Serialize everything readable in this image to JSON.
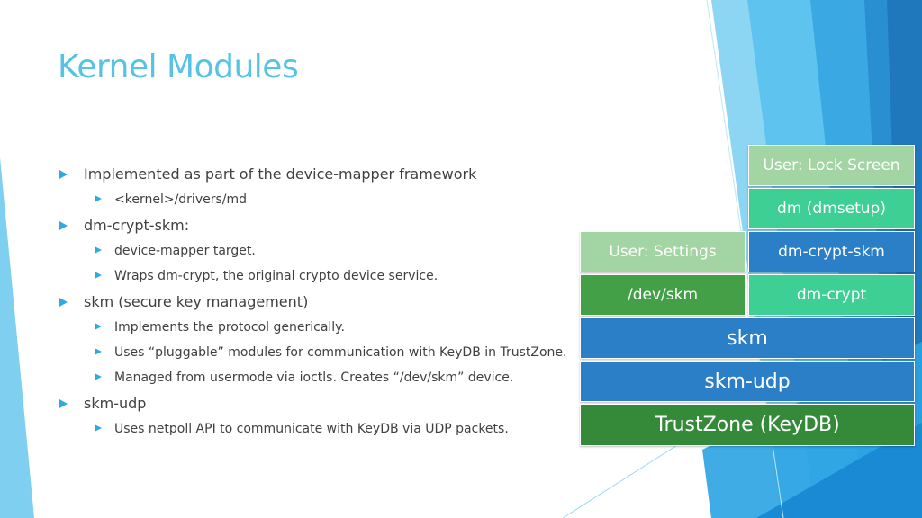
{
  "slide": {
    "title": "Kernel Modules",
    "bullets": [
      {
        "text": "Implemented as part of the device-mapper framework",
        "sub": [
          "<kernel>/drivers/md"
        ]
      },
      {
        "text": "dm-crypt-skm:",
        "sub": [
          "device-mapper target.",
          "Wraps dm-crypt, the original crypto device service."
        ]
      },
      {
        "text": "skm (secure key management)",
        "sub": [
          "Implements the protocol generically.",
          "Uses “pluggable” modules for communication with KeyDB in TrustZone.",
          "Managed from usermode via ioctls. Creates “/dev/skm” device."
        ]
      },
      {
        "text": "skm-udp",
        "sub": [
          "Uses netpoll API to communicate with KeyDB via UDP packets."
        ]
      }
    ]
  },
  "diagram": {
    "boxes": {
      "user_lock_screen": "User: Lock Screen",
      "dm_dmsetup": "dm (dmsetup)",
      "user_settings": "User: Settings",
      "dm_crypt_skm": "dm-crypt-skm",
      "dev_skm": "/dev/skm",
      "dm_crypt": "dm-crypt",
      "skm": "skm",
      "skm_udp": "skm-udp",
      "trustzone": "TrustZone (KeyDB)"
    },
    "colors": {
      "light_green": "#a3d4a3",
      "mint": "#3ecf94",
      "blue": "#2b7fc7",
      "green": "#43a047",
      "dark_green": "#358a3a",
      "title": "#56c3e6",
      "bullet": "#2fa9e0"
    }
  }
}
